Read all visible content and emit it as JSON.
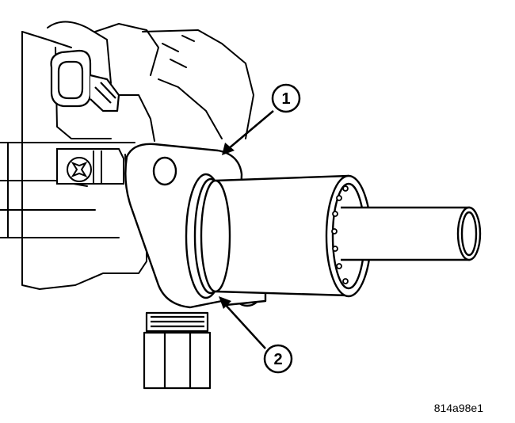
{
  "callouts": [
    {
      "label": "1"
    },
    {
      "label": "2"
    }
  ],
  "figure_id": "814a98e1",
  "colors": {
    "line": "#000000",
    "fill": "#ffffff"
  }
}
